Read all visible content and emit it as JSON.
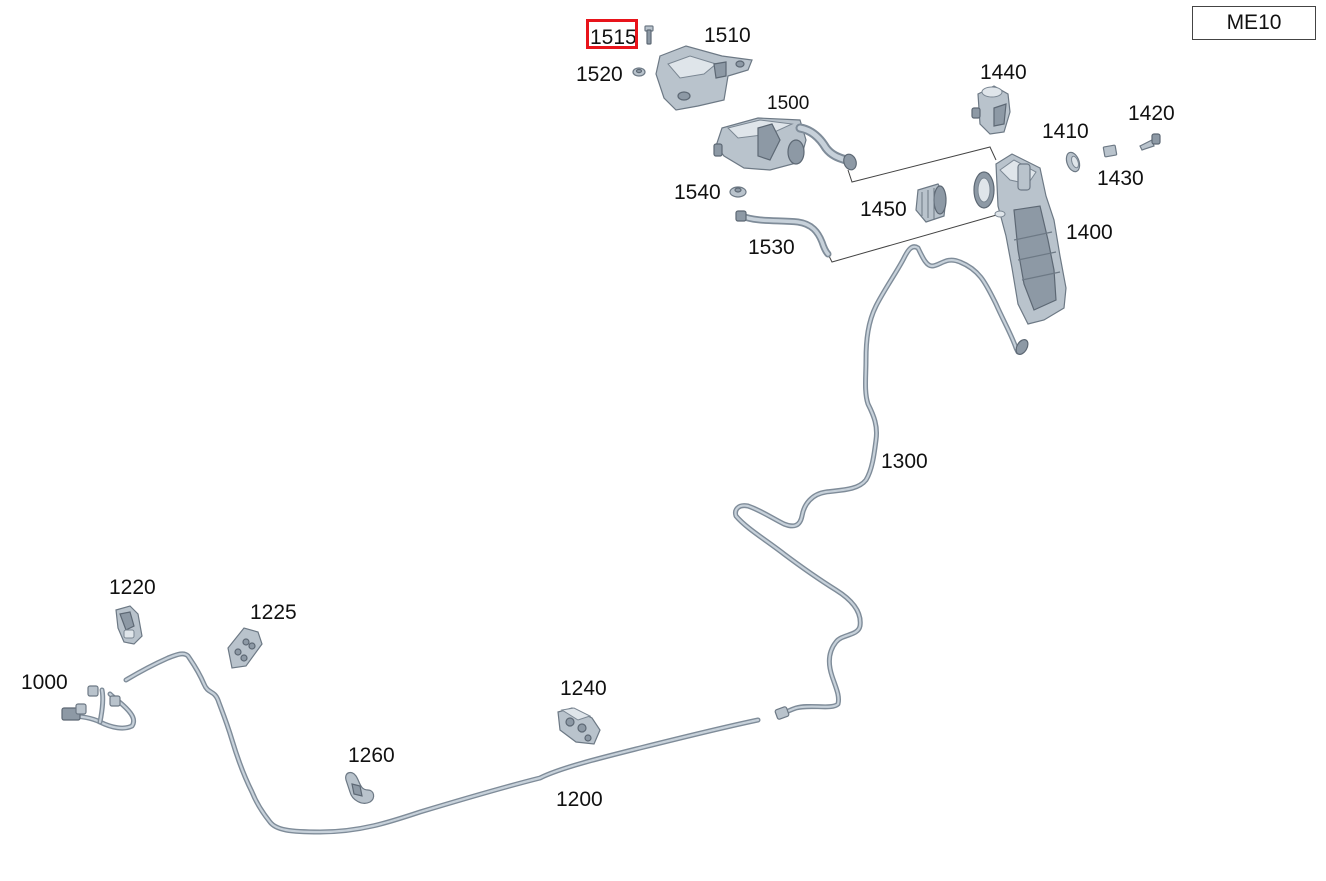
{
  "diagram_id": "ME10",
  "highlighted_part": "1515",
  "callouts": {
    "c1515": "1515",
    "c1510": "1510",
    "c1520": "1520",
    "c1500": "1500",
    "c1540": "1540",
    "c1530": "1530",
    "c1440": "1440",
    "c1410": "1410",
    "c1420": "1420",
    "c1430": "1430",
    "c1450": "1450",
    "c1400": "1400",
    "c1300": "1300",
    "c1220": "1220",
    "c1225": "1225",
    "c1000": "1000",
    "c1240": "1240",
    "c1260": "1260",
    "c1200": "1200"
  },
  "colors": {
    "highlight": "#e8141b",
    "part_fill": "#b9c3cc",
    "part_stroke": "#6d7985",
    "text": "#111111"
  }
}
